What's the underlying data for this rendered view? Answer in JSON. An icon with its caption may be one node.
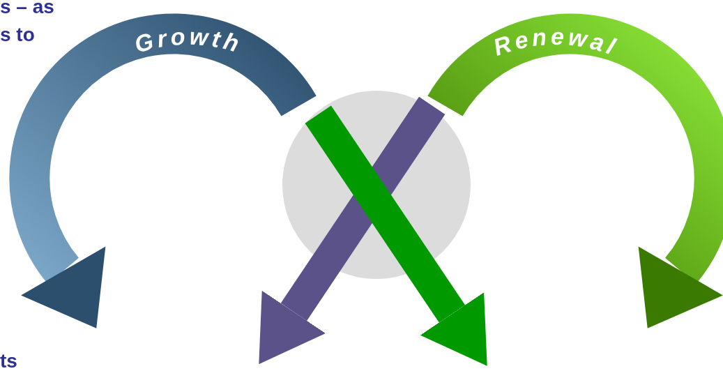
{
  "diagram": {
    "nodes": [
      {
        "text": [
          "Growth"
        ]
      },
      {
        "text": [
          "Renewal"
        ]
      }
    ],
    "edges": [
      {
        "from": 1,
        "to": 0,
        "arrow": "to",
        "color": "#5b5289"
      },
      {
        "from": 0,
        "to": 1,
        "arrow": "to",
        "color": "#009900"
      }
    ],
    "labels": [
      "s – as",
      "s to",
      "ts"
    ]
  }
}
